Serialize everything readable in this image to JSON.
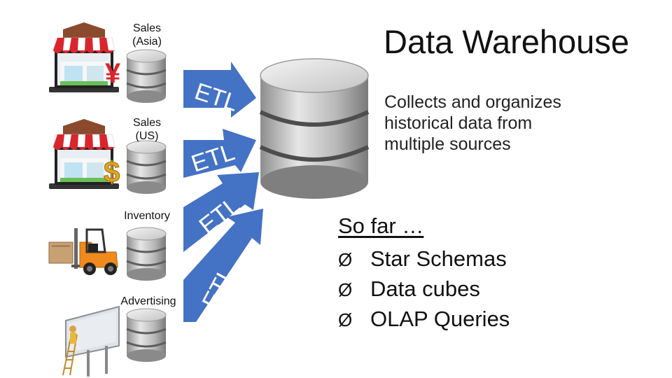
{
  "title": "Data Warehouse",
  "sources": [
    {
      "label_line1": "Sales",
      "label_line2": "(Asia)",
      "icon": "store-yen-icon"
    },
    {
      "label_line1": "Sales",
      "label_line2": "(US)",
      "icon": "store-dollar-icon"
    },
    {
      "label_line1": "Inventory",
      "label_line2": "",
      "icon": "forklift-icon"
    },
    {
      "label_line1": "Advertising",
      "label_line2": "",
      "icon": "billboard-icon"
    }
  ],
  "etl_label": "ETL",
  "description": {
    "line1": "Collects and organizes",
    "line2": "historical data from",
    "line3": "multiple sources"
  },
  "so_far": {
    "title": "So far …",
    "bullet_glyph": "Ø",
    "items": [
      "Star Schemas",
      "Data cubes",
      "OLAP Queries"
    ]
  },
  "colors": {
    "etl_arrow": "#4472C4",
    "awning_red": "#D9262C",
    "database_gray": "#B5B5B5",
    "currency_gold": "#E0A526"
  }
}
